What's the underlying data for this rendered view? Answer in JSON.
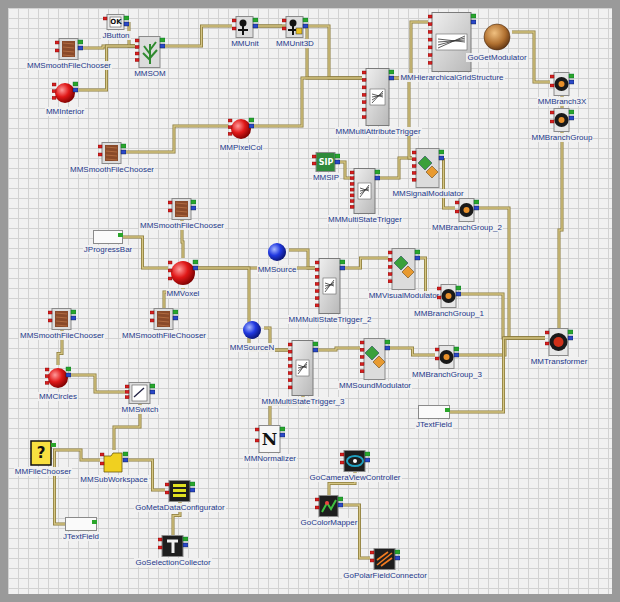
{
  "diagram": {
    "nodes": [
      {
        "text": [
          "MMSmoothFileChooser"
        ]
      },
      {
        "text": [
          "JButton",
          "OK"
        ]
      },
      {
        "text": [
          "MMSOM"
        ]
      },
      {
        "text": [
          "MMUnit"
        ]
      },
      {
        "text": [
          "MMUnit3D"
        ]
      },
      {
        "text": [
          "MMHierarchicalGridStructure"
        ]
      },
      {
        "text": [
          "GoGetModulator"
        ]
      },
      {
        "text": [
          "MMBranch3X"
        ]
      },
      {
        "text": [
          "MMBranchGroup"
        ]
      },
      {
        "text": [
          "MMInterior"
        ]
      },
      {
        "text": [
          "MMMultiAttributeTrigger"
        ]
      },
      {
        "text": [
          "MMPixelCol"
        ]
      },
      {
        "text": [
          "MMSmoothFileChooser"
        ]
      },
      {
        "text": [
          "MMSIP",
          "SIP"
        ]
      },
      {
        "text": [
          "MMMultiStateTrigger"
        ]
      },
      {
        "text": [
          "MMSignalModulator"
        ]
      },
      {
        "text": [
          "MMBranchGroup_2"
        ]
      },
      {
        "text": [
          "MMSmoothFileChooser"
        ]
      },
      {
        "text": [
          "JProgressBar"
        ]
      },
      {
        "text": [
          "MMSource"
        ]
      },
      {
        "text": [
          "MMMultiStateTrigger_2"
        ]
      },
      {
        "text": [
          "MMVisualModulator"
        ]
      },
      {
        "text": [
          "MMBranchGroup_1"
        ]
      },
      {
        "text": [
          "MMVoxel"
        ]
      },
      {
        "text": [
          "MMSmoothFileChooser"
        ]
      },
      {
        "text": [
          "MMSmoothFileChooser"
        ]
      },
      {
        "text": [
          "MMSourceN"
        ]
      },
      {
        "text": [
          "MMMultiStateTrigger_3"
        ]
      },
      {
        "text": [
          "MMSoundModulator"
        ]
      },
      {
        "text": [
          "MMBranchGroup_3"
        ]
      },
      {
        "text": [
          "MMTransformer"
        ]
      },
      {
        "text": [
          "MMCircles"
        ]
      },
      {
        "text": [
          "JTextField"
        ]
      },
      {
        "text": [
          "MMSwitch"
        ]
      },
      {
        "text": [
          "MMFileChooser",
          "?"
        ]
      },
      {
        "text": [
          "MMSubWorkspace"
        ]
      },
      {
        "text": [
          "MMNormalizer",
          "N"
        ]
      },
      {
        "text": [
          "GoCameraViewController"
        ]
      },
      {
        "text": [
          "GoMetaDataConfigurator"
        ]
      },
      {
        "text": [
          "GoColorMapper"
        ]
      },
      {
        "text": [
          "JTextField"
        ]
      },
      {
        "text": [
          "GoSelectionCollector"
        ]
      },
      {
        "text": [
          "GoPolarFieldConnector"
        ]
      }
    ],
    "edges": [
      {
        "from": 0,
        "to": 2,
        "arrow": "none"
      },
      {
        "from": 1,
        "to": 2,
        "arrow": "none"
      },
      {
        "from": 9,
        "to": 2,
        "arrow": "none"
      },
      {
        "from": 2,
        "to": 3,
        "arrow": "none"
      },
      {
        "from": 3,
        "to": 4,
        "arrow": "none"
      },
      {
        "from": 4,
        "to": 10,
        "arrow": "none"
      },
      {
        "from": 3,
        "to": 10,
        "arrow": "none"
      },
      {
        "from": 10,
        "to": 5,
        "arrow": "none"
      },
      {
        "from": 6,
        "to": 7,
        "arrow": "none"
      },
      {
        "from": 7,
        "to": 8,
        "arrow": "none"
      },
      {
        "from": 11,
        "to": 10,
        "arrow": "none"
      },
      {
        "from": 12,
        "to": 11,
        "arrow": "none"
      },
      {
        "from": 13,
        "to": 14,
        "arrow": "none"
      },
      {
        "from": 14,
        "to": 15,
        "arrow": "none"
      },
      {
        "from": 10,
        "to": 15,
        "arrow": "none"
      },
      {
        "from": 15,
        "to": 16,
        "arrow": "none"
      },
      {
        "from": 16,
        "to": 30,
        "arrow": "none"
      },
      {
        "from": 8,
        "to": 30,
        "arrow": "none"
      },
      {
        "from": 17,
        "to": 23,
        "arrow": "none"
      },
      {
        "from": 19,
        "to": 20,
        "arrow": "none"
      },
      {
        "from": 20,
        "to": 21,
        "arrow": "none"
      },
      {
        "from": 21,
        "to": 22,
        "arrow": "none"
      },
      {
        "from": 22,
        "to": 30,
        "arrow": "none"
      },
      {
        "from": 23,
        "to": 20,
        "arrow": "none"
      },
      {
        "from": 23,
        "to": 27,
        "arrow": "none"
      },
      {
        "from": 26,
        "to": 27,
        "arrow": "none"
      },
      {
        "from": 27,
        "to": 28,
        "arrow": "none"
      },
      {
        "from": 28,
        "to": 29,
        "arrow": "none"
      },
      {
        "from": 29,
        "to": 30,
        "arrow": "none"
      },
      {
        "from": 24,
        "to": 31,
        "arrow": "none"
      },
      {
        "from": 25,
        "to": 23,
        "arrow": "none"
      },
      {
        "from": 31,
        "to": 33,
        "arrow": "none"
      },
      {
        "from": 33,
        "to": 35,
        "arrow": "none"
      },
      {
        "from": 34,
        "to": 35,
        "arrow": "none"
      },
      {
        "from": 35,
        "to": 38,
        "arrow": "none"
      },
      {
        "from": 36,
        "to": 27,
        "arrow": "none"
      },
      {
        "from": 38,
        "to": 41,
        "arrow": "none"
      },
      {
        "from": 39,
        "to": 37,
        "arrow": "none"
      },
      {
        "from": 39,
        "to": 42,
        "arrow": "none"
      },
      {
        "from": 30,
        "to": 32,
        "arrow": "none"
      },
      {
        "from": 40,
        "to": 34,
        "arrow": "none"
      },
      {
        "from": 18,
        "to": 23,
        "arrow": "none"
      }
    ]
  }
}
